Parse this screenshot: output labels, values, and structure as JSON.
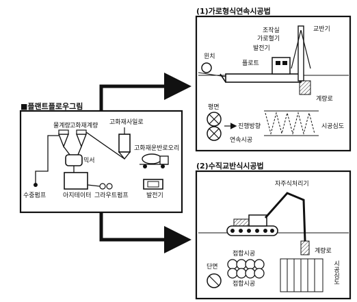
{
  "plant_flow": {
    "title": "■플랜트플로우그림",
    "labels": {
      "water_meter": "물계량",
      "hardener_meter": "고화재계량",
      "hardener_silo": "고화재사일로",
      "hardener_truck": "고화재운반로오리",
      "mixer": "믹서",
      "agitator": "아지테이터",
      "supply_pump": "수중펌프",
      "grout_pump": "그라우트펌프",
      "generator": "발전기"
    }
  },
  "method1": {
    "title": "(1)가로형식연속시공법",
    "labels": {
      "winch": "윈치",
      "control_room": "조작실",
      "stirrer_gear": "가로혈기",
      "generator": "발전기",
      "float": "플로트",
      "mixer_arm": "교반기",
      "pile": "계량로",
      "plan_label": "평면",
      "direction": "진행방향",
      "continuous": "연속시공",
      "depth": "시공심도"
    }
  },
  "method2": {
    "title": "(2)수직교반식시공법",
    "labels": {
      "excavator": "자주식처리기",
      "pile": "계량로",
      "plan_label": "단면",
      "joint_top": "접합시공",
      "joint_bottom": "접합시공",
      "depth": "시공심도"
    }
  }
}
